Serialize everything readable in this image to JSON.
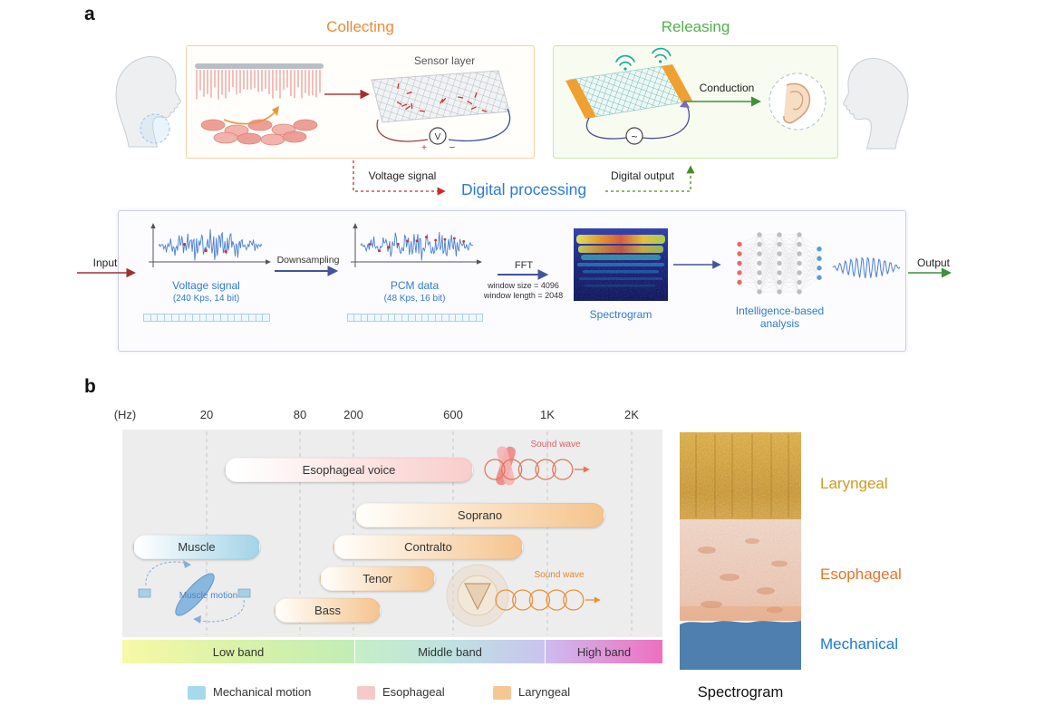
{
  "figure": {
    "panel_a_label": "a",
    "panel_b_label": "b"
  },
  "panel_a": {
    "collecting_title": "Collecting",
    "releasing_title": "Releasing",
    "sensor_layer_label": "Sensor layer",
    "voltmeter_symbol": "V",
    "ac_symbol": "~",
    "plus_symbol": "+",
    "minus_symbol": "−",
    "conduction_label": "Conduction",
    "voltage_signal_label": "Voltage signal",
    "digital_processing_label": "Digital processing",
    "digital_output_label": "Digital output",
    "colors": {
      "collecting": "#ee8a35",
      "releasing": "#52b14e",
      "digital_processing": "#2e7bd0"
    },
    "pipeline": {
      "input_label": "Input",
      "output_label": "Output",
      "stage1_title": "Voltage signal",
      "stage1_subtitle": "(240 Kps, 14 bit)",
      "downsampling_label": "Downsampling",
      "stage2_title": "PCM data",
      "stage2_subtitle": "(48 Kps, 16 bit)",
      "fft_label": "FFT",
      "fft_note1": "window size = 4096",
      "fft_note2": "window length = 2048",
      "spectrogram_label": "Spectrogram",
      "analysis_label": "Intelligence-based\nanalysis"
    }
  },
  "panel_b": {
    "axis_unit": "(Hz)",
    "ticks": [
      "20",
      "80",
      "200",
      "600",
      "1K",
      "2K"
    ],
    "bars": [
      {
        "label": "Esophageal voice"
      },
      {
        "label": "Soprano"
      },
      {
        "label": "Muscle"
      },
      {
        "label": "Contralto"
      },
      {
        "label": "Tenor"
      },
      {
        "label": "Bass"
      }
    ],
    "muscle_motion_label": "Muscle motion",
    "sound_wave_upper_label": "Sound wave",
    "sound_wave_lower_label": "Sound wave",
    "colors": {
      "muscle_motion": "#4a86c8",
      "sound_wave_upper": "#e06060",
      "sound_wave_lower": "#e8872a"
    },
    "bands": [
      {
        "label": "Low band"
      },
      {
        "label": "Middle band"
      },
      {
        "label": "High band"
      }
    ],
    "legend": [
      {
        "label": "Mechanical motion",
        "color": "#a6d9ec"
      },
      {
        "label": "Esophageal",
        "color": "#f6caca"
      },
      {
        "label": "Laryngeal",
        "color": "#f5c795"
      }
    ],
    "regions": [
      {
        "label": "Laryngeal",
        "color": "#cf9a22"
      },
      {
        "label": "Esophageal",
        "color": "#e4752c"
      },
      {
        "label": "Mechanical",
        "color": "#1a78d2"
      }
    ],
    "spectrogram_caption": "Spectrogram"
  }
}
